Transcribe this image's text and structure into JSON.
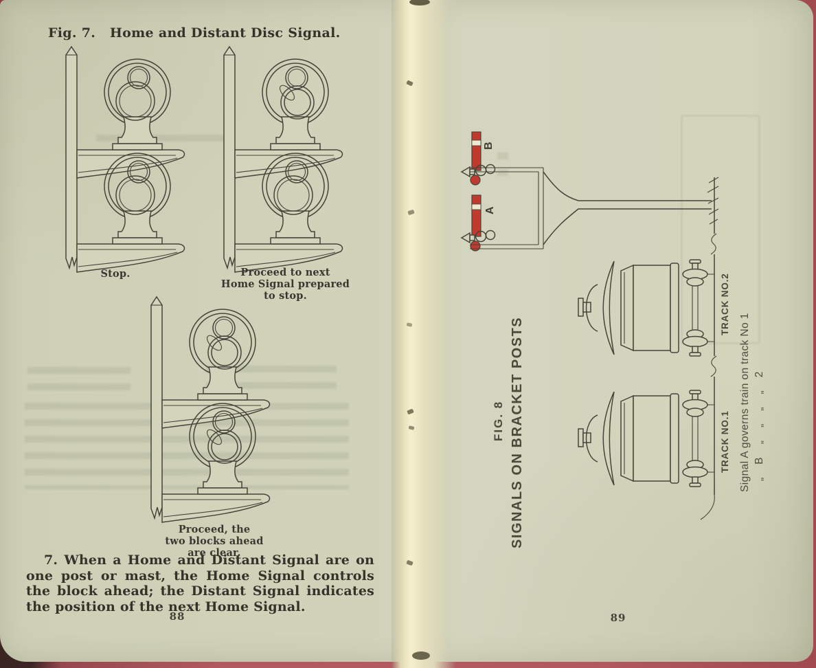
{
  "left_page": {
    "figure_title": "Fig. 7.   Home and Distant Disc Signal.",
    "signals": [
      {
        "name": "stop",
        "caption": "Stop.",
        "top_unit": "red disc displayed",
        "bottom_unit": "yellow disc displayed"
      },
      {
        "name": "proceed-prepared-to-stop",
        "caption": "Proceed to next\nHome Signal prepared\nto stop.",
        "top_unit": "green light, red disc turned edge-on",
        "bottom_unit": "yellow disc displayed"
      },
      {
        "name": "proceed-two-blocks-clear",
        "caption": "Proceed, the\ntwo blocks ahead\nare clear.",
        "top_unit": "green light, red disc turned edge-on",
        "bottom_unit": "green light, yellow disc turned edge-on"
      }
    ],
    "paragraph": "7.  When a Home and Distant Signal are on one post or mast, the Home Signal controls the block ahead; the Distant Signal indicates the position of the next Home Signal.",
    "page_number": "88"
  },
  "right_page": {
    "figure_label": "FIG. 8",
    "figure_title": "SIGNALS ON BRACKET POSTS",
    "signal_b_label": "B",
    "signal_a_label": "A",
    "track_label_2": "TRACK NO.2",
    "track_label_1": "TRACK NO.1",
    "caption_line_1": "Signal A governs train on track No 1",
    "caption_line_2": "„    B    „    „    „    „    2",
    "page_number": "89"
  },
  "colors": {
    "paper": "#d0d2ba",
    "gutter_highlight": "#f6efcd",
    "ink": "#45443a",
    "signal_red": "#c4413a",
    "signal_yellow": "#d2b62c",
    "signal_green": "#2f5237",
    "cover_red": "#a94e54"
  }
}
